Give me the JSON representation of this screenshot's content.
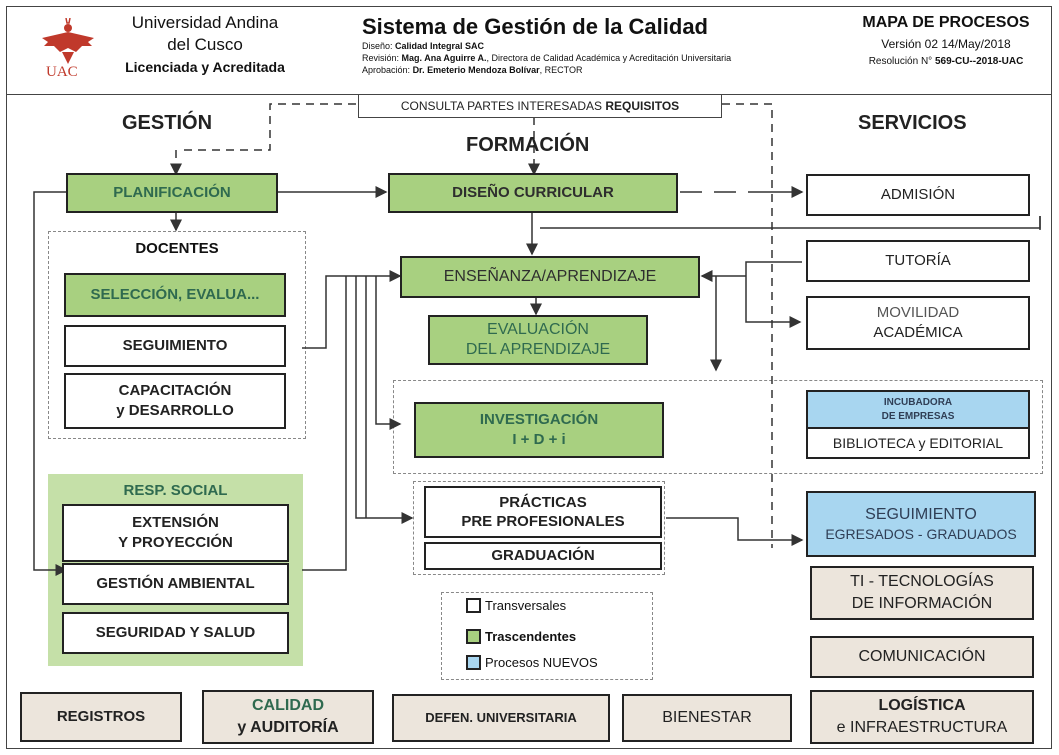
{
  "header": {
    "uni_line1": "Universidad Andina",
    "uni_line2": "del Cusco",
    "uni_line3": "Licenciada y Acreditada",
    "logo_text": "UAC",
    "title": "Sistema de Gestión de la Calidad",
    "design_label": "Diseño:",
    "design_value": "Calidad Integral SAC",
    "review_label": "Revisión:",
    "review_name": "Mag. Ana Aguirre A.",
    "review_role": ", Directora de Calidad Académica y Acreditación Universitaria",
    "approval_label": "Aprobación:",
    "approval_name": "Dr. Emeterio Mendoza Bolívar",
    "approval_role": ", RECTOR",
    "map_title": "MAPA DE PROCESOS",
    "version": "Versión 02  14/May/2018",
    "resolution_label": "Resolución N°",
    "resolution_value": "569-CU--2018-UAC"
  },
  "consulta": {
    "text": "CONSULTA PARTES INTERESADAS",
    "bold": "REQUISITOS"
  },
  "sections": {
    "gestion": "GESTIÓN",
    "formacion": "FORMACIÓN",
    "servicios": "SERVICIOS"
  },
  "boxes": {
    "planificacion": "PLANIFICACIÓN",
    "docentes": "DOCENTES",
    "seleccion": "SELECCIÓN, EVALUA...",
    "seguimiento": "SEGUIMIENTO",
    "capacitacion_1": "CAPACITACIÓN",
    "capacitacion_2": "y DESARROLLO",
    "resp_social": "RESP. SOCIAL",
    "extension_1": "EXTENSIÓN",
    "extension_2": "Y PROYECCIÓN",
    "gestion_ambiental": "GESTIÓN AMBIENTAL",
    "seguridad": "SEGURIDAD Y SALUD",
    "diseno_curricular": "DISEÑO CURRICULAR",
    "ensenanza": "ENSEÑANZA/APRENDIZAJE",
    "evaluacion_1": "EVALUACIÓN",
    "evaluacion_2": "DEL APRENDIZAJE",
    "investigacion_1": "INVESTIGACIÓN",
    "investigacion_2": "I + D + i",
    "practicas_1": "PRÁCTICAS",
    "practicas_2": "PRE PROFESIONALES",
    "graduacion": "GRADUACIÓN",
    "admision": "ADMISIÓN",
    "tutoria": "TUTORÍA",
    "movilidad_1": "MOVILIDAD",
    "movilidad_2": "ACADÉMICA",
    "incubadora_1": "INCUBADORA",
    "incubadora_2": "DE EMPRESAS",
    "biblioteca": "BIBLIOTECA y EDITORIAL",
    "seg_egresados_1": "SEGUIMIENTO",
    "seg_egresados_2": "EGRESADOS - GRADUADOS",
    "ti_1": "TI - TECNOLOGÍAS",
    "ti_2": "DE INFORMACIÓN",
    "comunicacion": "COMUNICACIÓN",
    "logistica_1": "LOGÍSTICA",
    "logistica_2": "e INFRAESTRUCTURA",
    "registros": "REGISTROS",
    "calidad_1": "CALIDAD",
    "calidad_2": "y AUDITORÍA",
    "defen": "DEFEN. UNIVERSITARIA",
    "bienestar": "BIENESTAR"
  },
  "legend": {
    "transversales": "Transversales",
    "trascendentes": "Trascendentes",
    "nuevos": "Procesos NUEVOS"
  },
  "colors": {
    "green": "#a8d080",
    "blue": "#a8d6f0",
    "beige": "#ece5dc",
    "logo_red": "#c0392b"
  }
}
